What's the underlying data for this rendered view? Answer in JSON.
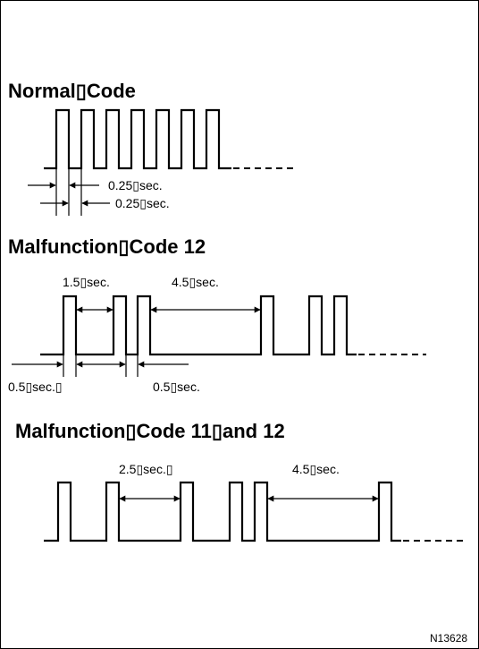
{
  "figure_id": "N13628",
  "normal_code": {
    "title": "Normal▯Code",
    "label_1": "0.25▯sec.",
    "label_2": "0.25▯sec."
  },
  "malfunction_12": {
    "title": "Malfunction▯Code 12",
    "label_1_5": "1.5▯sec.",
    "label_4_5": "4.5▯sec.",
    "label_0_5_left": "0.5▯sec.▯",
    "label_0_5_right": "0.5▯sec."
  },
  "malfunction_11_12": {
    "title": "Malfunction▯Code 11▯and 12",
    "label_2_5": "2.5▯sec.▯",
    "label_4_5": "4.5▯sec."
  }
}
